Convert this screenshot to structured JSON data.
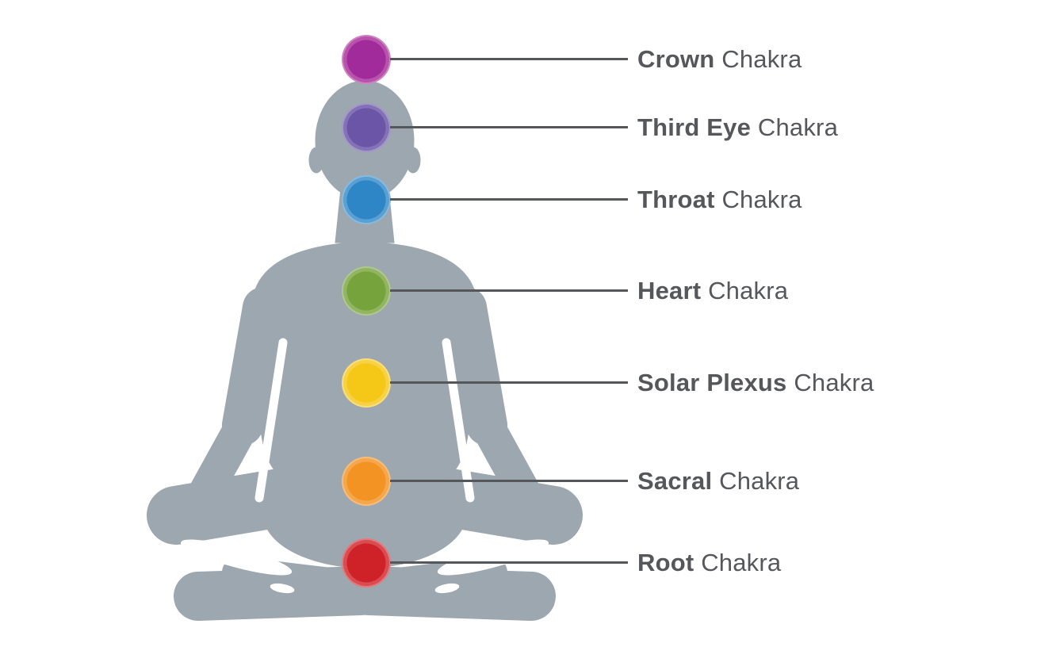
{
  "figure": {
    "description": "silhouette of a person meditating in lotus position",
    "color": "#9DA7AF"
  },
  "connector_color": "#55575A",
  "text_color": "#55575A",
  "chakras": [
    {
      "id": "crown",
      "label_bold": "Crown",
      "label_rest": "Chakra",
      "colors": [
        "#A12B9B",
        "#B853AC",
        "#CE82C2",
        "#E3B3DA",
        "#F4DFEF"
      ]
    },
    {
      "id": "third-eye",
      "label_bold": "Third Eye",
      "label_rest": "Chakra",
      "colors": [
        "#6A55A7",
        "#8472B6",
        "#A396C9",
        "#C4BBDD",
        "#E7E3F2"
      ]
    },
    {
      "id": "throat",
      "label_bold": "Throat",
      "label_rest": "Chakra",
      "colors": [
        "#2E86C6",
        "#5BA0D2",
        "#86BADF",
        "#B3D3EB",
        "#DFEDF7"
      ]
    },
    {
      "id": "heart",
      "label_bold": "Heart",
      "label_rest": "Chakra",
      "colors": [
        "#76A33C",
        "#91B561",
        "#ADC88A",
        "#CADBB3",
        "#EAF1DF"
      ]
    },
    {
      "id": "solar-plexus",
      "label_bold": "Solar Plexus",
      "label_rest": "Chakra",
      "colors": [
        "#F5C716",
        "#F7D247",
        "#F9DE79",
        "#FBE9AB",
        "#FDF6DF"
      ]
    },
    {
      "id": "sacral",
      "label_bold": "Sacral",
      "label_rest": "Chakra",
      "colors": [
        "#F39324",
        "#F5A74E",
        "#F8BC79",
        "#FAD1A5",
        "#FDEDDA"
      ]
    },
    {
      "id": "root",
      "label_bold": "Root",
      "label_rest": "Chakra",
      "colors": [
        "#CE2128",
        "#D94D52",
        "#E3797D",
        "#EEA6A9",
        "#F8DADB"
      ]
    }
  ]
}
